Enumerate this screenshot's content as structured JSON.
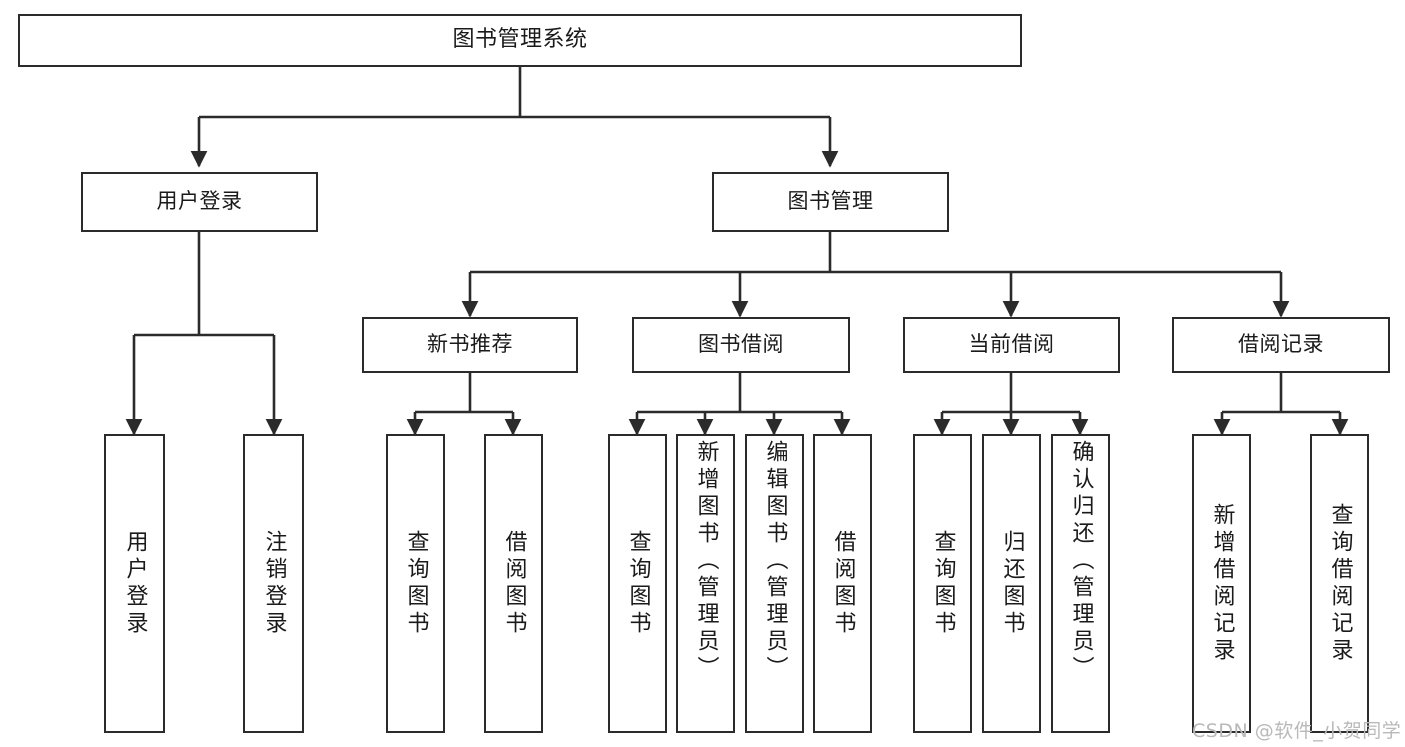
{
  "diagram": {
    "title": "图书管理系统",
    "watermark": "CSDN @软件_小贺同学",
    "style": {
      "stroke": "#2b2b2b",
      "fill": "#ffffff",
      "text": "#1a1a1a",
      "watermark_color": "#b9b9b9"
    },
    "nodes": {
      "root": {
        "label": "图书管理系统"
      },
      "level2": [
        {
          "label": "用户登录"
        },
        {
          "label": "图书管理"
        }
      ],
      "level3": [
        {
          "label": "新书推荐"
        },
        {
          "label": "图书借阅"
        },
        {
          "label": "当前借阅"
        },
        {
          "label": "借阅记录"
        }
      ],
      "leaves": {
        "user_login": [
          {
            "label": "用户登录"
          },
          {
            "label": "注销登录"
          }
        ],
        "new_book": [
          {
            "label": "查询图书"
          },
          {
            "label": "借阅图书"
          }
        ],
        "book_borrow": [
          {
            "label": "查询图书"
          },
          {
            "label": "新增图书（管理员）"
          },
          {
            "label": "编辑图书（管理员）"
          },
          {
            "label": "借阅图书"
          }
        ],
        "current_borrow": [
          {
            "label": "查询图书"
          },
          {
            "label": "归还图书"
          },
          {
            "label": "确认归还（管理员）"
          }
        ],
        "borrow_record": [
          {
            "label": "新增借阅记录"
          },
          {
            "label": "查询借阅记录"
          }
        ]
      }
    }
  }
}
